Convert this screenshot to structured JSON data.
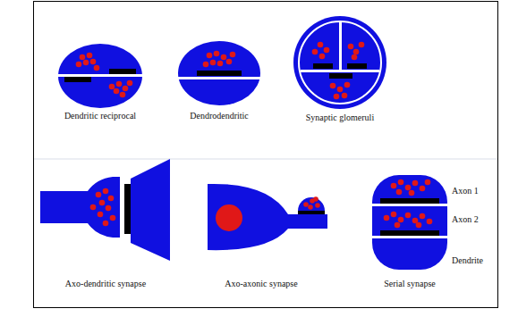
{
  "diagram": {
    "labels": [
      "Dendritic reciprocal",
      "Dendrodendritic",
      "Synaptic glomeruli",
      "Axon 1",
      "Axon 2",
      "Dendrite",
      "Axo-dendritic synapse",
      "Axo-axonic synapse",
      "Serial synapse"
    ]
  }
}
